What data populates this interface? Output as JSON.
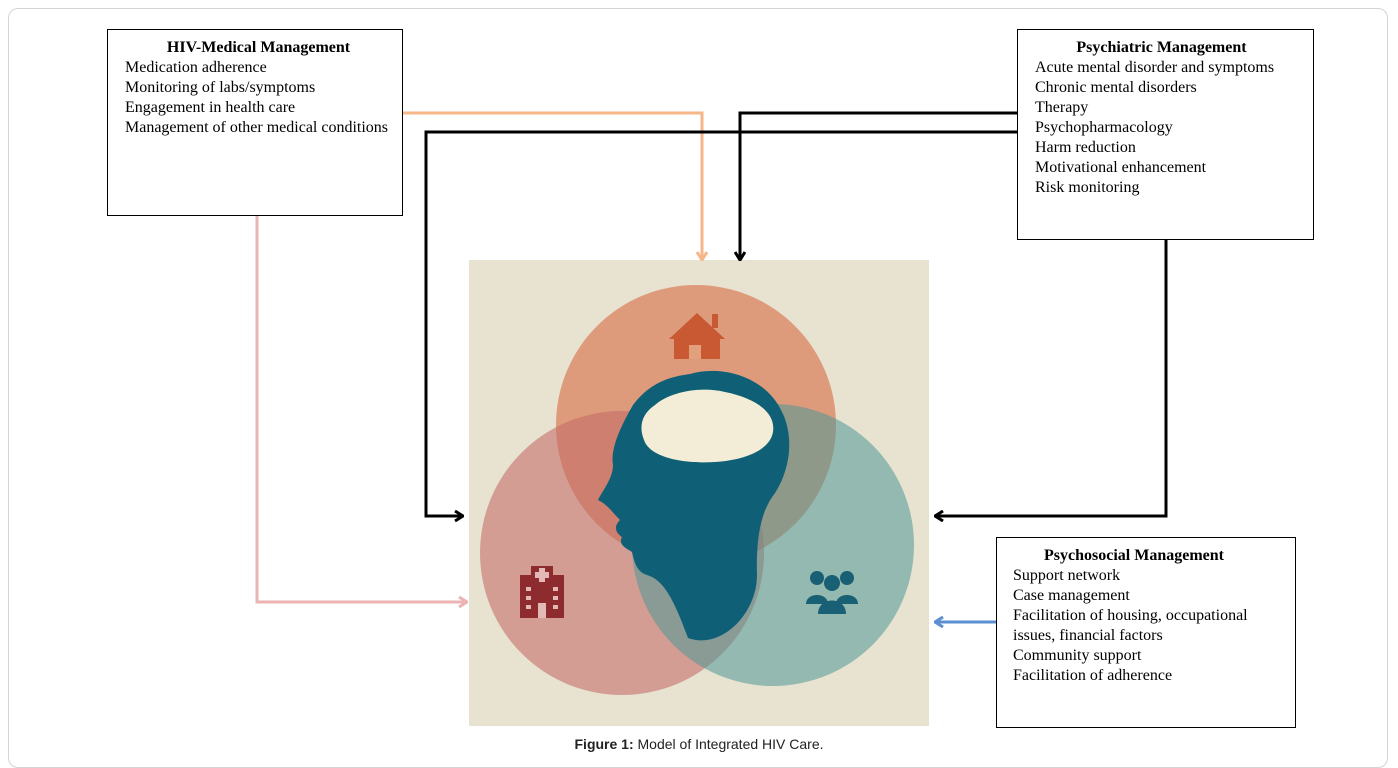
{
  "boxes": {
    "hiv": {
      "title": "HIV-Medical Management",
      "items": [
        "Medication adherence",
        "Monitoring of labs/symptoms",
        "Engagement in health care",
        "Management of other medical conditions"
      ]
    },
    "psych": {
      "title": "Psychiatric Management",
      "items": [
        "Acute mental disorder and symptoms",
        "Chronic mental disorders",
        "Therapy",
        "Psychopharmacology",
        "Harm reduction",
        "Motivational enhancement",
        "Risk monitoring"
      ]
    },
    "psychosocial": {
      "title": "Psychosocial Management",
      "items": [
        "Support network",
        "Case management",
        "Facilitation of housing, occupational issues, financial factors",
        "Community support",
        "Facilitation of adherence"
      ]
    }
  },
  "caption": {
    "label": "Figure 1:",
    "text": " Model of Integrated HIV Care."
  },
  "icons": {
    "top": "house-icon",
    "left": "hospital-icon",
    "right": "people-group-icon",
    "center": "head-with-brain-icon"
  },
  "colors": {
    "panel": "#e8e3d1",
    "circle_top": "#d9805a",
    "circle_left": "#c46a68",
    "circle_right": "#4f9896",
    "head": "#0f6076",
    "brain": "#f3ecd6",
    "arrow_medical_to_home": "#f5b688",
    "arrow_medical_to_hospital": "#ebb3b2",
    "arrow_psychosocial": "#5b8fd2",
    "arrow_psychiatric": "#000000"
  }
}
